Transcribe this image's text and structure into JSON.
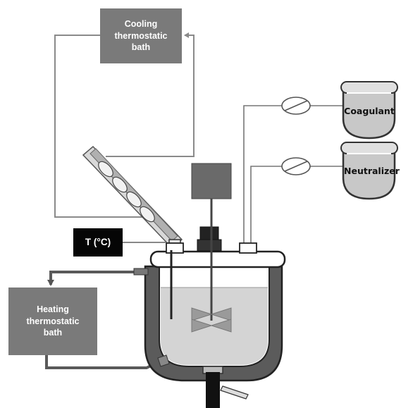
{
  "labels": {
    "cooling_bath": "Cooling\nthermostatic\nbath",
    "heating_bath": "Heating\nthermostatic\nbath",
    "temperature": "T (°C)",
    "coagulant": "Coagulant",
    "neutralizer": "Neutralizer"
  },
  "colors": {
    "bath_box": "#7a7a7a",
    "line": "#8a8a8a",
    "jacket": "#5b5b5b",
    "liquid": "#d4d4d4",
    "stirrer_motor": "#6a6a6a",
    "impeller": "#9a9a9a"
  }
}
